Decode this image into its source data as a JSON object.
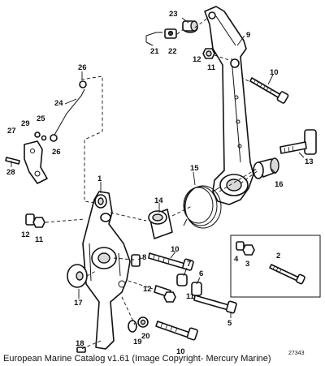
{
  "caption": "European Marine Catalog v1.61 (Image Copyright- Mercury Marine)",
  "drawing_number": "27343",
  "callouts": [
    "1",
    "2",
    "3",
    "4",
    "5",
    "6",
    "7",
    "8",
    "9",
    "10",
    "10",
    "10",
    "11",
    "11",
    "11",
    "12",
    "12",
    "12",
    "13",
    "14",
    "15",
    "16",
    "17",
    "18",
    "19",
    "20",
    "21",
    "22",
    "23",
    "24",
    "25",
    "26",
    "26",
    "27",
    "28",
    "29"
  ]
}
